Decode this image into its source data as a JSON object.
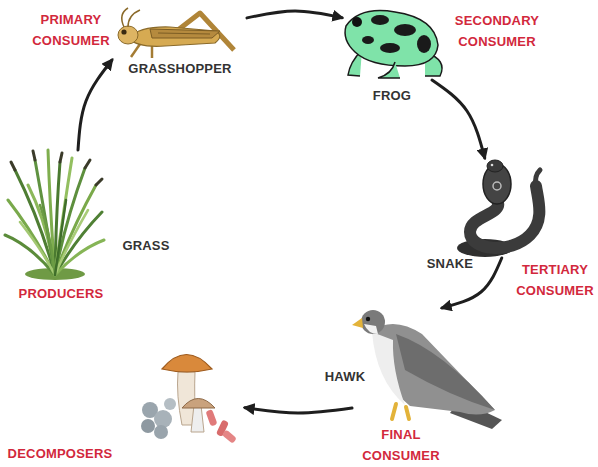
{
  "diagram": {
    "nodes": [
      {
        "text": [
          "GRASS",
          "PRODUCERS"
        ]
      },
      {
        "text": [
          "PRIMARY CONSUMER",
          "GRASSHOPPER"
        ]
      },
      {
        "text": [
          "SECONDARY CONSUMER",
          "FROG"
        ]
      },
      {
        "text": [
          "SNAKE",
          "TERTIARY CONSUMER"
        ]
      },
      {
        "text": [
          "HAWK",
          "FINAL CONSUMER"
        ]
      },
      {
        "text": [
          "DECOMPOSERS"
        ]
      }
    ],
    "edges": [
      {
        "from": 0,
        "to": 1,
        "arrow": "to"
      },
      {
        "from": 1,
        "to": 2,
        "arrow": "to"
      },
      {
        "from": 2,
        "to": 3,
        "arrow": "to"
      },
      {
        "from": 3,
        "to": 4,
        "arrow": "to"
      },
      {
        "from": 4,
        "to": 5,
        "arrow": "to"
      }
    ]
  }
}
